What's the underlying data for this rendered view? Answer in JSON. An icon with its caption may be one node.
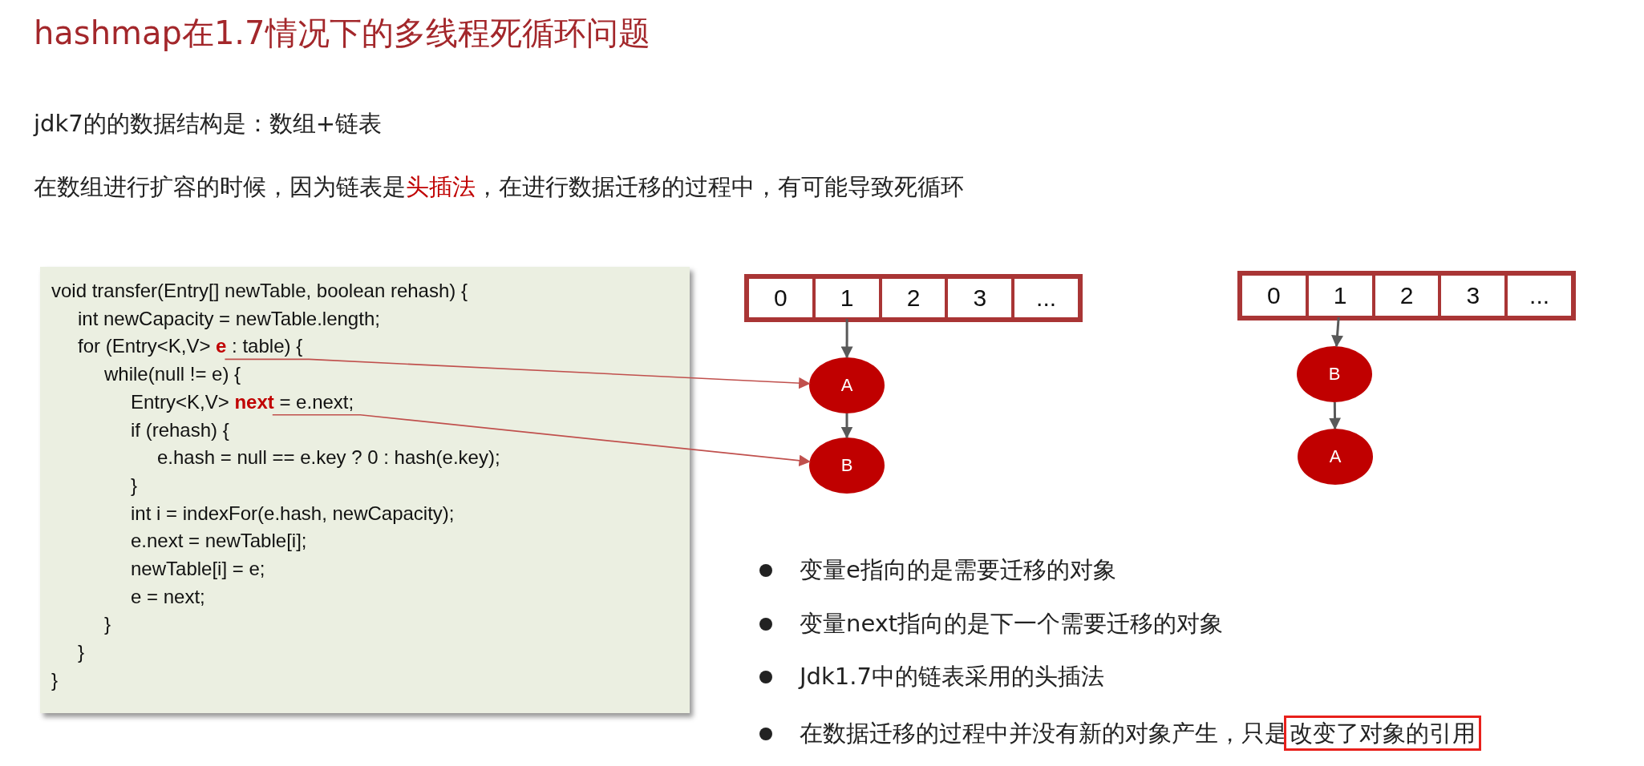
{
  "diagram": {
    "title": "hashmap在1.7情况下的多线程死循环问题",
    "nodes": [
      {
        "text": [
          "void transfer(Entry[] newTable, boolean rehash) {",
          "int newCapacity = newTable.length;",
          "for (Entry<K,V> **e** : table) {",
          "while(null != e) {",
          "Entry<K,V> **next** = e.next;",
          "if (rehash) {",
          "e.hash = null == e.key ? 0 : hash(e.key);",
          "}",
          "int i = indexFor(e.hash, newCapacity);",
          "e.next = newTable[i];",
          "newTable[i] = e;",
          "e = next;",
          "}",
          "}",
          "}"
        ]
      },
      {
        "text": [],
        "shape": "box"
      },
      {
        "text": [
          "0"
        ],
        "in": 1
      },
      {
        "text": [
          "1"
        ],
        "in": 1
      },
      {
        "text": [
          "2"
        ],
        "in": 1
      },
      {
        "text": [
          "3"
        ],
        "in": 1
      },
      {
        "text": [
          "..."
        ],
        "in": 1
      },
      {
        "text": [
          "A"
        ]
      },
      {
        "text": [
          "B"
        ]
      },
      {
        "text": [],
        "shape": "box"
      },
      {
        "text": [
          "0"
        ],
        "in": 9
      },
      {
        "text": [
          "1"
        ],
        "in": 9
      },
      {
        "text": [
          "2"
        ],
        "in": 9
      },
      {
        "text": [
          "3"
        ],
        "in": 9
      },
      {
        "text": [
          "..."
        ],
        "in": 9
      },
      {
        "text": [
          "B"
        ]
      },
      {
        "text": [
          "A"
        ]
      }
    ],
    "edges": [
      {
        "from": 3,
        "to": 7,
        "arrow": "to"
      },
      {
        "from": 7,
        "to": 8,
        "arrow": "to"
      },
      {
        "from": 0,
        "to": 7,
        "arrow": "to",
        "color": "#c0504d"
      },
      {
        "from": 0,
        "to": 8,
        "arrow": "to",
        "color": "#c0504d"
      },
      {
        "from": 11,
        "to": 15,
        "arrow": "to"
      },
      {
        "from": 15,
        "to": 16,
        "arrow": "to"
      }
    ],
    "labels": [
      "jdk7的的数据结构是：数组+链表",
      "在数组进行扩容的时候，因为链表是**头插法**，在进行数据迁移的过程中，有可能导致死循环",
      "变量e指向的是需要迁移的对象",
      "变量next指向的是下一个需要迁移的对象",
      "Jdk1.7中的链表采用的头插法",
      "在数据迁移的过程中并没有新的对象产生，只是**改变了对象的引用**"
    ]
  }
}
